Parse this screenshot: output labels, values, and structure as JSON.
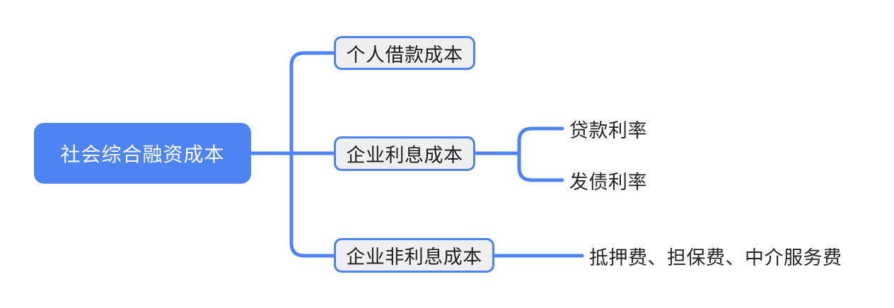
{
  "diagram": {
    "type": "mind-map",
    "orientation": "left-to-right",
    "background_color": "#ffffff",
    "accent_color": "#4d83f3",
    "node_fill_color": "#efefef",
    "root_text_color": "#ffffff",
    "node_text_color": "#1f2023",
    "root": {
      "label": "社会综合融资成本",
      "children": [
        {
          "label": "个人借款成本",
          "children": []
        },
        {
          "label": "企业利息成本",
          "children": [
            {
              "label": "贷款利率"
            },
            {
              "label": "发债利率"
            }
          ]
        },
        {
          "label": "企业非利息成本",
          "children": [
            {
              "label": "抵押费、担保费、中介服务费"
            }
          ]
        }
      ]
    }
  }
}
